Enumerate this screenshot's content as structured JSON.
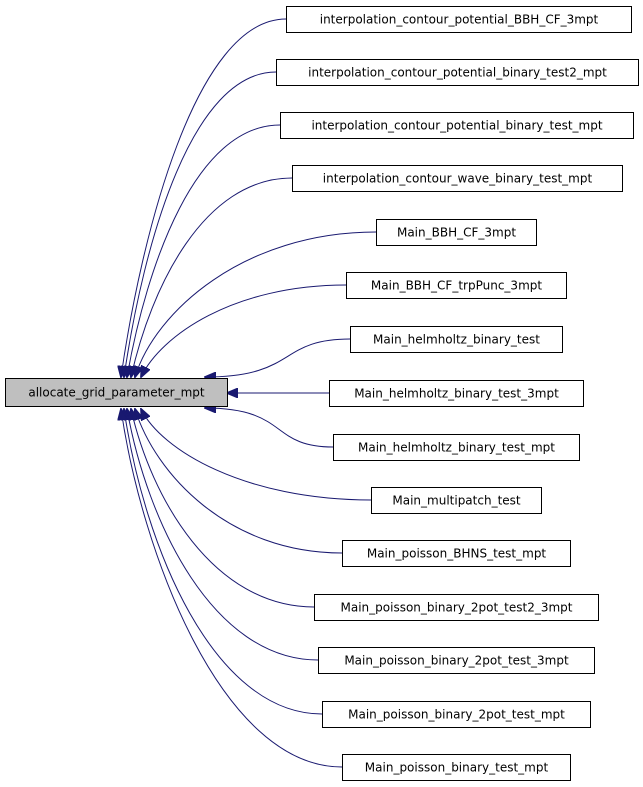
{
  "graph": {
    "colors": {
      "edge": "#191970",
      "root_fill": "#bfbfbf",
      "node_fill": "#ffffff",
      "border": "#000000"
    },
    "root": {
      "id": "root",
      "label": "allocate_grid_parameter_mpt"
    },
    "callers": [
      {
        "id": "n0",
        "label": "interpolation_contour_potential_BBH_CF_3mpt"
      },
      {
        "id": "n1",
        "label": "interpolation_contour_potential_binary_test2_mpt"
      },
      {
        "id": "n2",
        "label": "interpolation_contour_potential_binary_test_mpt"
      },
      {
        "id": "n3",
        "label": "interpolation_contour_wave_binary_test_mpt"
      },
      {
        "id": "n4",
        "label": "Main_BBH_CF_3mpt"
      },
      {
        "id": "n5",
        "label": "Main_BBH_CF_trpPunc_3mpt"
      },
      {
        "id": "n6",
        "label": "Main_helmholtz_binary_test"
      },
      {
        "id": "n7",
        "label": "Main_helmholtz_binary_test_3mpt"
      },
      {
        "id": "n8",
        "label": "Main_helmholtz_binary_test_mpt"
      },
      {
        "id": "n9",
        "label": "Main_multipatch_test"
      },
      {
        "id": "n10",
        "label": "Main_poisson_BHNS_test_mpt"
      },
      {
        "id": "n11",
        "label": "Main_poisson_binary_2pot_test2_3mpt"
      },
      {
        "id": "n12",
        "label": "Main_poisson_binary_2pot_test_3mpt"
      },
      {
        "id": "n13",
        "label": "Main_poisson_binary_2pot_test_mpt"
      },
      {
        "id": "n14",
        "label": "Main_poisson_binary_test_mpt"
      }
    ]
  }
}
